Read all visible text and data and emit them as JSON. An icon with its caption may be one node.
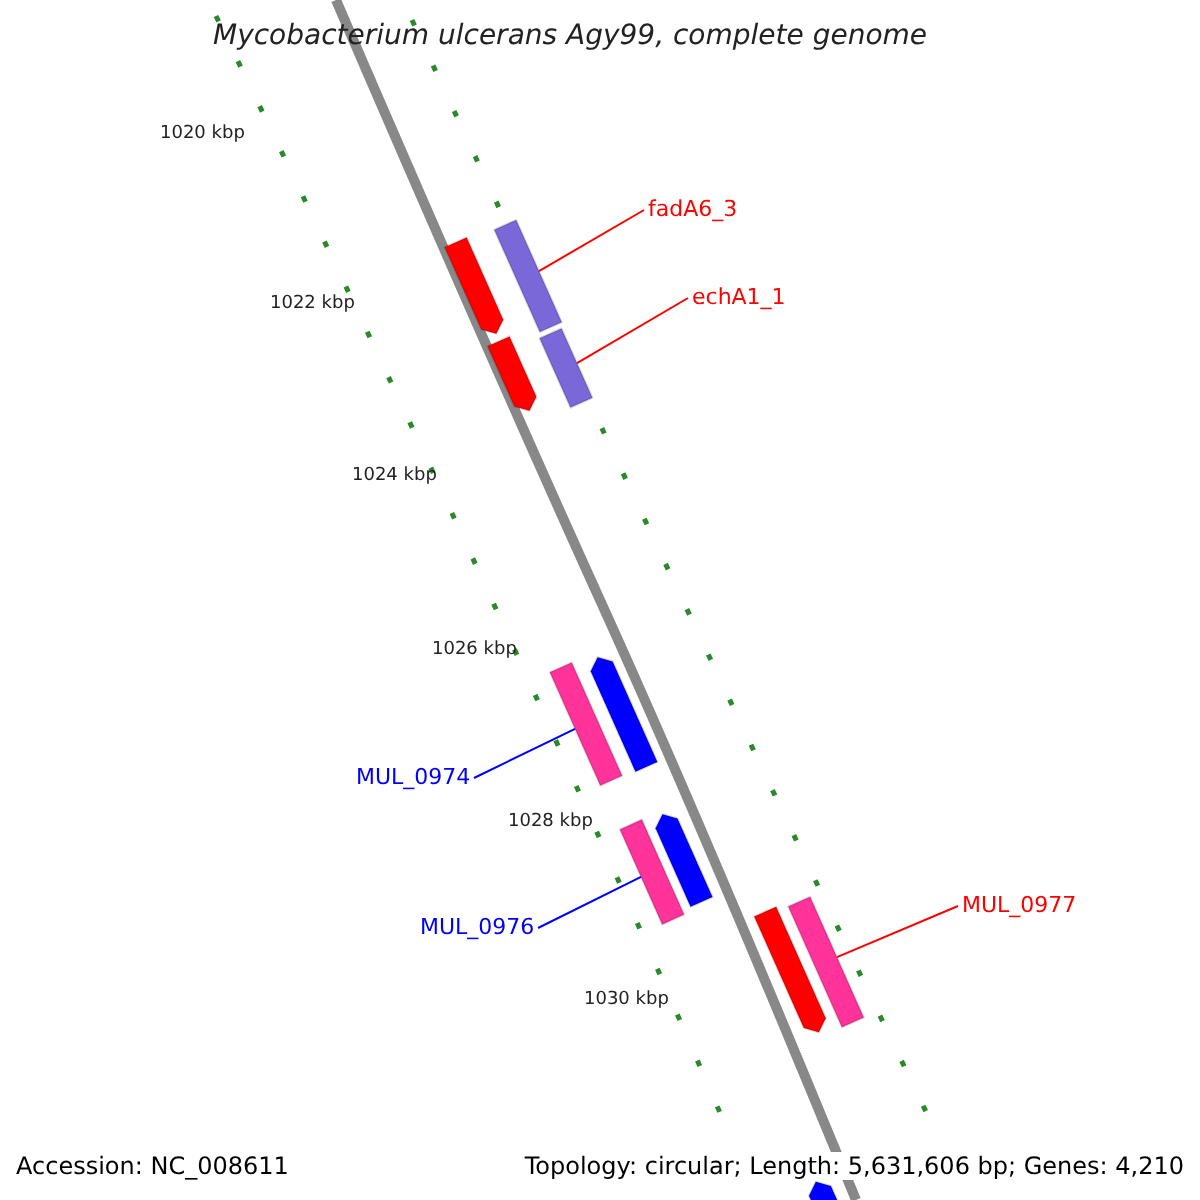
{
  "diagram": {
    "title": "Mycobacterium ulcerans Agy99, complete genome",
    "nodes": [
      {
        "text": [
          "fadA6_3"
        ]
      },
      {
        "text": [],
        "shape": "bar"
      },
      {
        "text": [
          "echA1_1"
        ]
      },
      {
        "text": [],
        "shape": "bar"
      },
      {
        "text": [
          "MUL_0974"
        ]
      },
      {
        "text": [],
        "shape": "bar"
      },
      {
        "text": [
          "MUL_0976"
        ]
      },
      {
        "text": [],
        "shape": "bar"
      },
      {
        "text": [
          "MUL_0977"
        ]
      },
      {
        "text": [],
        "shape": "bar"
      }
    ],
    "edges": [
      {
        "from": 0,
        "to": 1,
        "arrow": "none",
        "color": "#ff0000"
      },
      {
        "from": 2,
        "to": 3,
        "arrow": "none",
        "color": "#ff0000"
      },
      {
        "from": 4,
        "to": 5,
        "arrow": "none",
        "color": "#0000ff"
      },
      {
        "from": 6,
        "to": 7,
        "arrow": "none",
        "color": "#0000ff"
      },
      {
        "from": 8,
        "to": 9,
        "arrow": "none",
        "color": "#ff0000"
      }
    ],
    "labels": [
      "1020 kbp",
      "1022 kbp",
      "1024 kbp",
      "1026 kbp",
      "1028 kbp",
      "1030 kbp",
      "Accession: NC_008611",
      "Topology: circular; Length: 5,631,606 bp; Genes: 4,210"
    ]
  }
}
